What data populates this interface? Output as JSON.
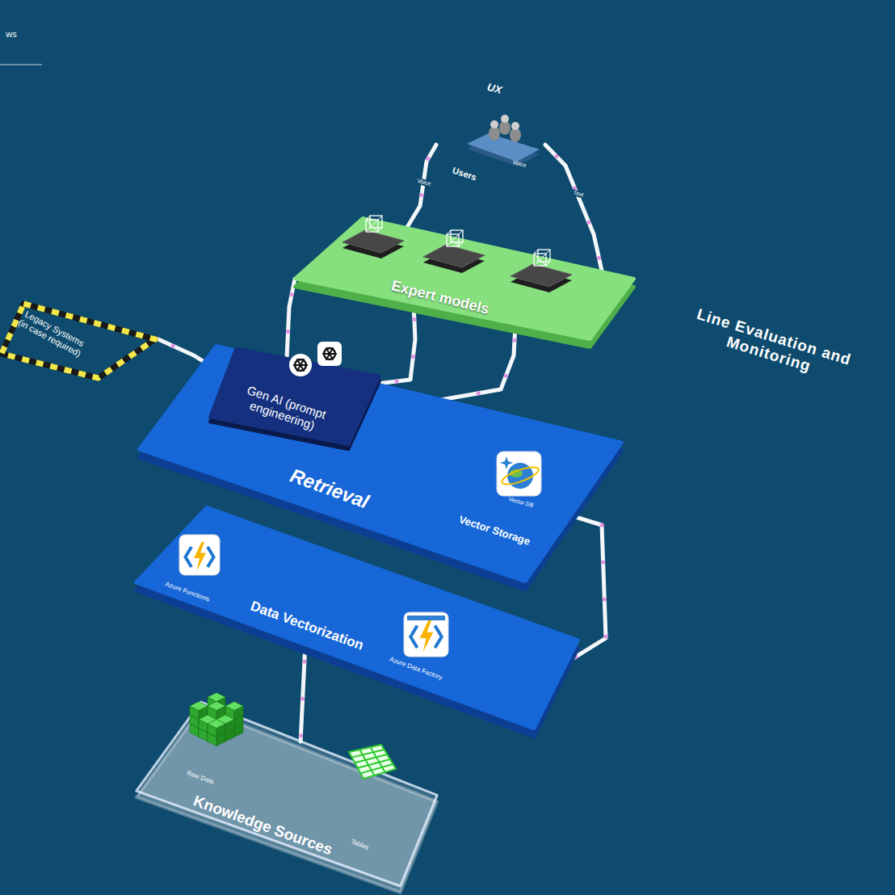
{
  "diagram": {
    "nodes": [
      {
        "text": [
          "UX",
          "Users"
        ]
      },
      {
        "text": [
          "Expert models"
        ]
      },
      {
        "text": [
          "Legacy Systems (in case required)"
        ]
      },
      {
        "text": [
          "Retrieval"
        ]
      },
      {
        "text": [
          "Gen AI (prompt engineering)"
        ],
        "in": 3
      },
      {
        "text": [
          "Vector DB",
          "Vector Storage"
        ],
        "in": 3
      },
      {
        "text": [
          "Data Vectorization"
        ]
      },
      {
        "text": [
          "Azure Functions"
        ],
        "in": 6
      },
      {
        "text": [
          "Azure Data Factory"
        ],
        "in": 6
      },
      {
        "text": [
          "Knowledge Sources"
        ]
      },
      {
        "text": [
          "Raw Data"
        ],
        "in": 9
      },
      {
        "text": [
          "Tables"
        ],
        "in": 9
      }
    ],
    "edges": [
      {
        "from": 0,
        "to": 1,
        "label": "Voice",
        "arrow": "none"
      },
      {
        "from": 0,
        "to": 1,
        "label": "Text",
        "arrow": "none"
      },
      {
        "from": 1,
        "to": 4,
        "arrow": "none"
      },
      {
        "from": 1,
        "to": 4,
        "arrow": "none"
      },
      {
        "from": 1,
        "to": 4,
        "arrow": "none"
      },
      {
        "from": 2,
        "to": 4,
        "arrow": "none"
      },
      {
        "from": 5,
        "to": 6,
        "arrow": "none"
      },
      {
        "from": 6,
        "to": 9,
        "arrow": "none"
      }
    ],
    "labels": [
      "ws",
      "Voice",
      "Line Evaluation and Monitoring"
    ]
  }
}
